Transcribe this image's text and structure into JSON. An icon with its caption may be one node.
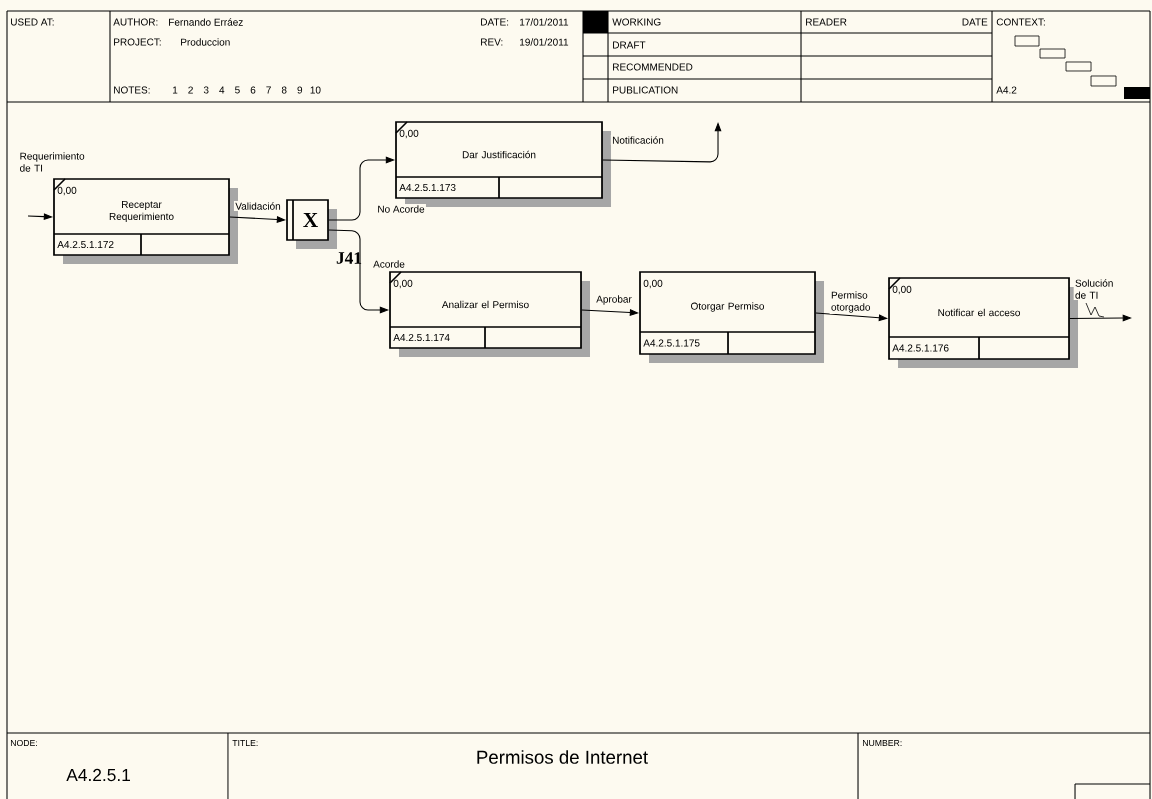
{
  "diagram": {
    "title": "Permisos de Internet",
    "nodes": [
      {
        "text": [
          "0,00",
          "Receptar Requerimiento",
          "A4.2.5.1.172"
        ]
      },
      {
        "text": [
          "X"
        ],
        "beside": [
          "J41"
        ]
      },
      {
        "text": [
          "0,00",
          "Dar Justificación",
          "A4.2.5.1.173"
        ]
      },
      {
        "text": [
          "0,00",
          "Analizar el Permiso",
          "A4.2.5.1.174"
        ]
      },
      {
        "text": [
          "0,00",
          "Otorgar Permiso",
          "A4.2.5.1.175"
        ]
      },
      {
        "text": [
          "0,00",
          "Notificar el acceso",
          "A4.2.5.1.176"
        ]
      }
    ],
    "edges": [
      {
        "from": null,
        "to": 0,
        "arrow": "to",
        "label": "Requerimiento de TI"
      },
      {
        "from": 0,
        "to": 1,
        "arrow": "to",
        "label": "Validación"
      },
      {
        "from": 1,
        "to": 2,
        "arrow": "to",
        "label": "No Acorde"
      },
      {
        "from": 1,
        "to": 3,
        "arrow": "to",
        "label": "Acorde"
      },
      {
        "from": 2,
        "to": null,
        "arrow": "to",
        "label": "Notificación"
      },
      {
        "from": 3,
        "to": 4,
        "arrow": "to",
        "label": "Aprobar"
      },
      {
        "from": 4,
        "to": 5,
        "arrow": "to",
        "label": "Permiso otorgado"
      },
      {
        "from": 5,
        "to": null,
        "arrow": "to",
        "label": "Solución de TI"
      }
    ],
    "labels": [
      "USED AT:",
      "AUTHOR:",
      "Fernando Erráez",
      "PROJECT:",
      "Produccion",
      "DATE:",
      "17/01/2011",
      "REV:",
      "19/01/2011",
      "NOTES:",
      "1",
      "2",
      "3",
      "4",
      "5",
      "6",
      "7",
      "8",
      "9",
      "10",
      "WORKING",
      "READER",
      "DATE",
      "CONTEXT:",
      "DRAFT",
      "RECOMMENDED",
      "PUBLICATION",
      "A4.2",
      "NODE:",
      "A4.2.5.1",
      "TITLE:",
      "NUMBER:"
    ]
  }
}
